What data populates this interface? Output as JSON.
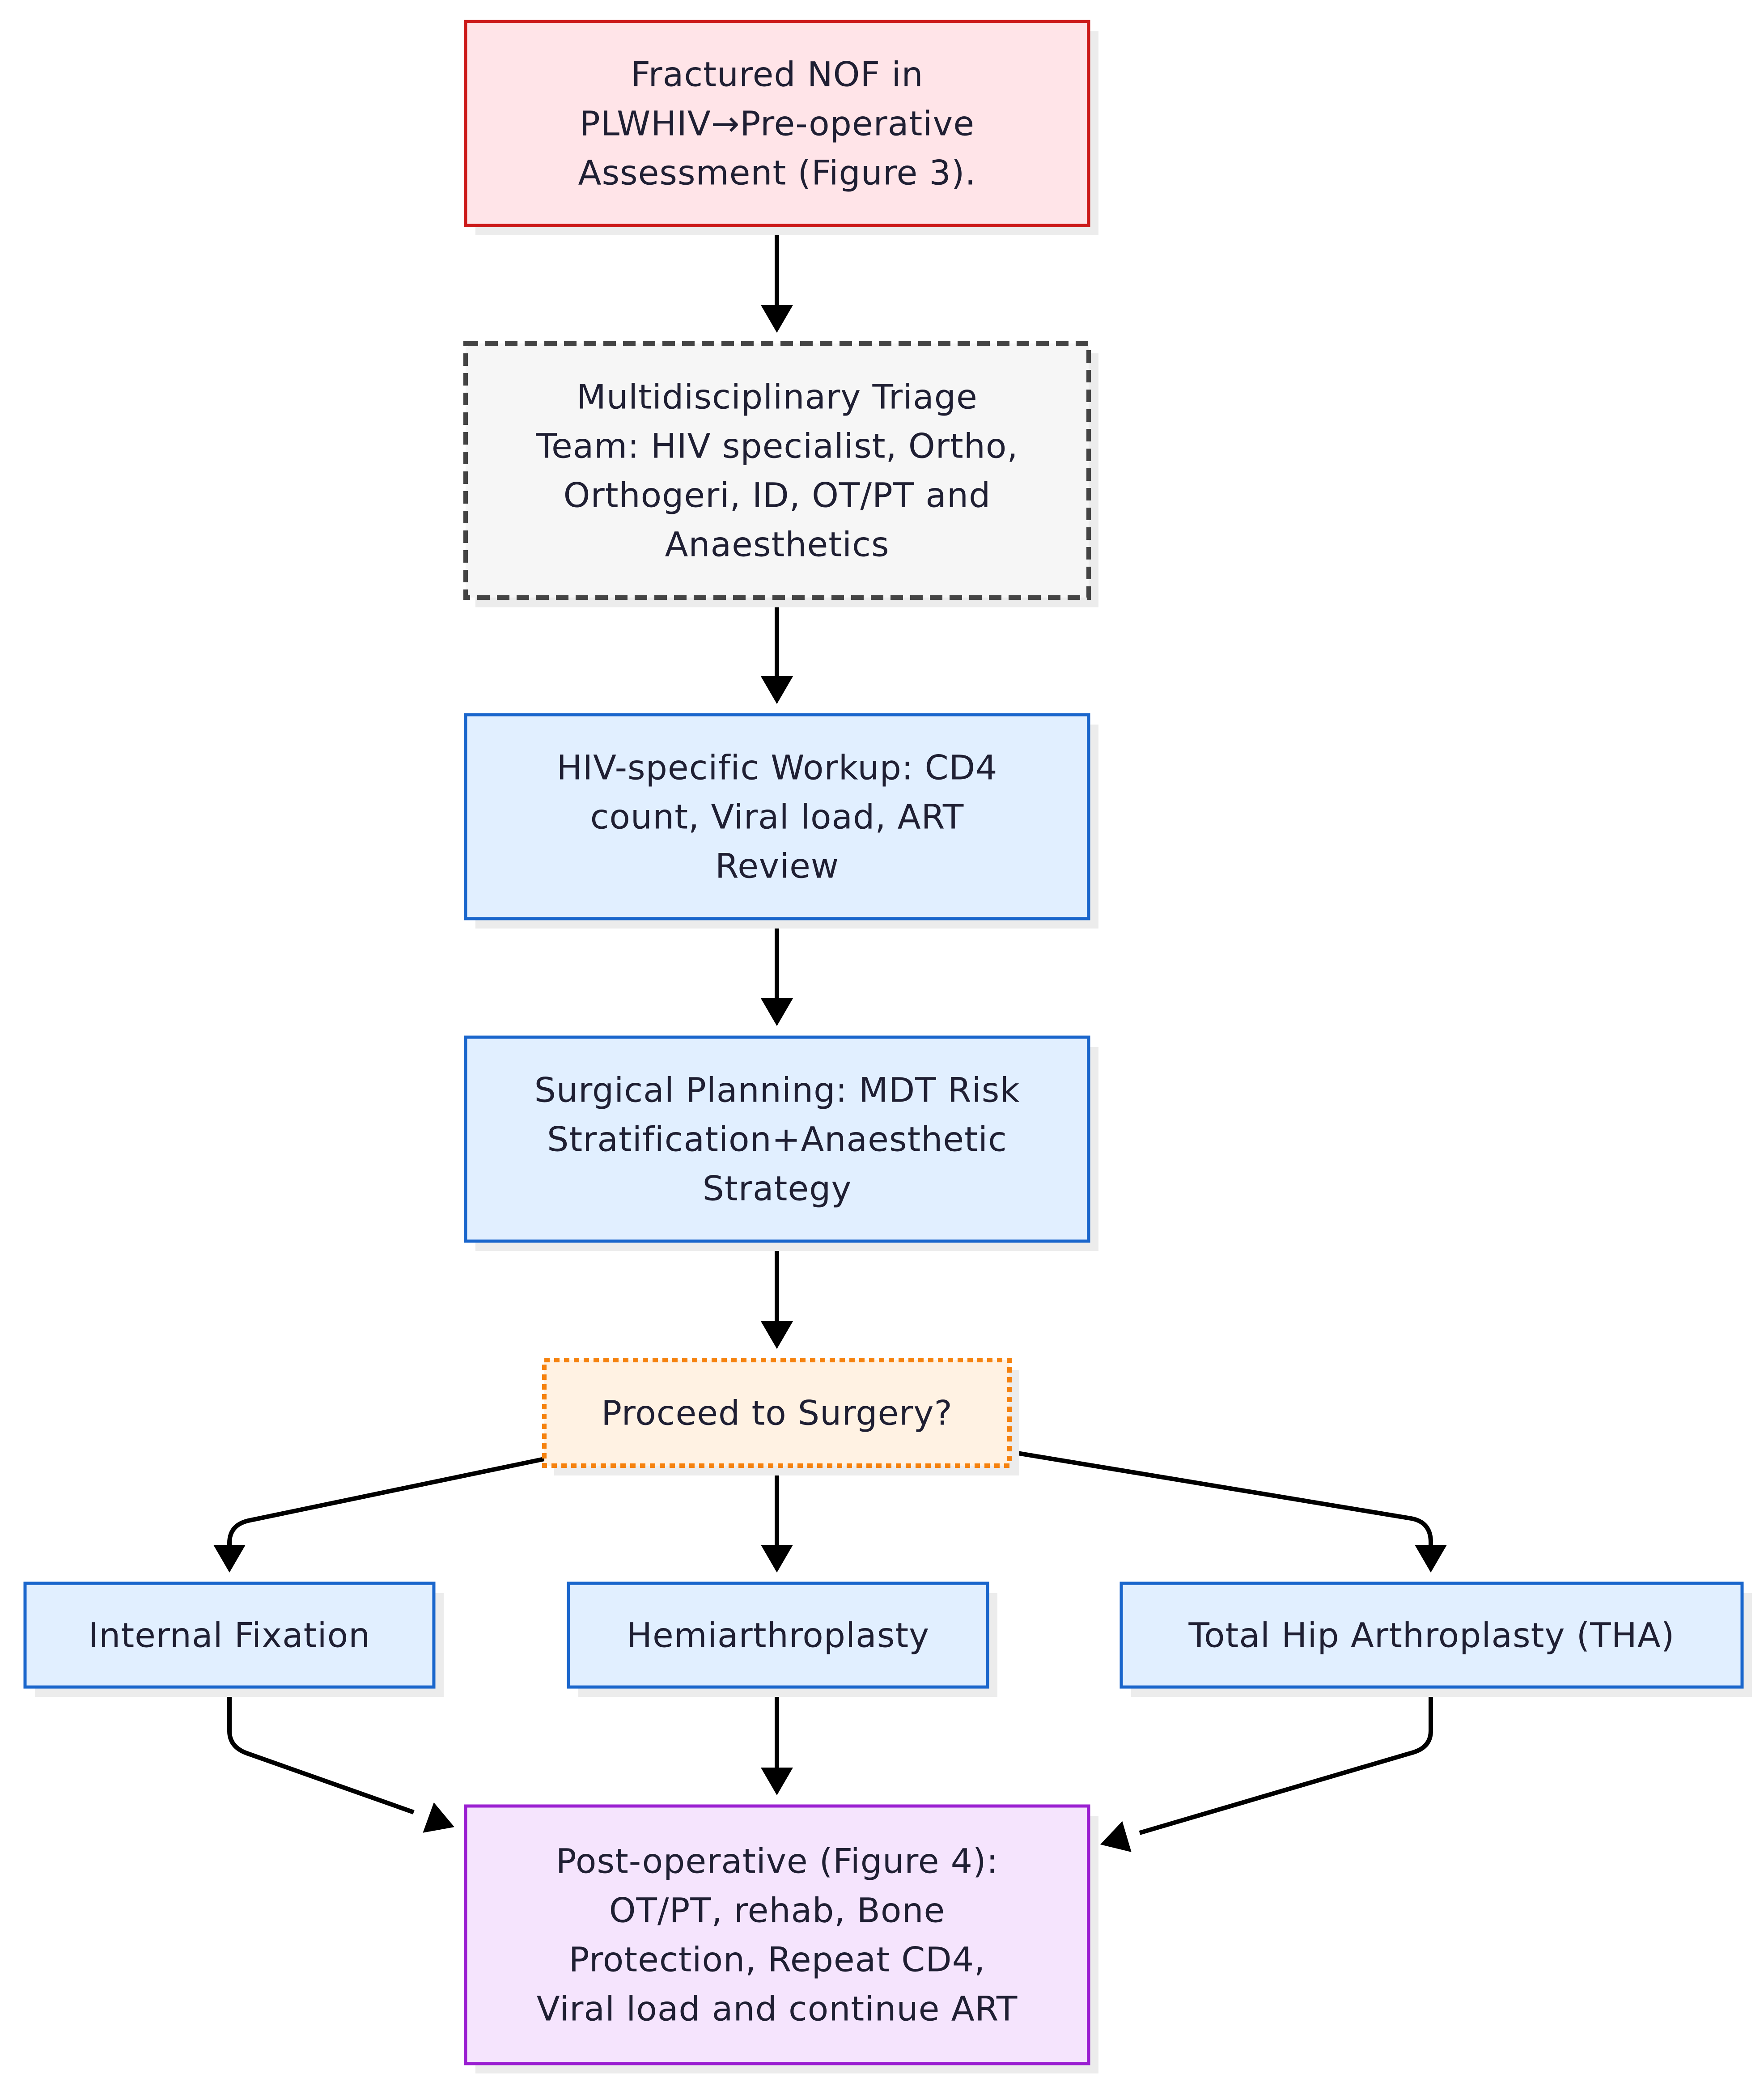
{
  "nodes": [
    {
      "id": "preop",
      "lines": [
        "Fractured NOF in",
        "PLWHIV→Pre-operative",
        "Assessment (Figure 3)."
      ],
      "fill": "#ffe4e8",
      "stroke": "#cc1a1a",
      "style": "solid"
    },
    {
      "id": "mdt",
      "lines": [
        "Multidisciplinary Triage",
        "Team: HIV specialist, Ortho,",
        "Orthogeri, ID, OT/PT and",
        "Anaesthetics"
      ],
      "fill": "#f6f6f6",
      "stroke": "#444444",
      "style": "dashed"
    },
    {
      "id": "workup",
      "lines": [
        "HIV-specific Workup: CD4",
        "count, Viral load, ART",
        "Review"
      ],
      "fill": "#e1efff",
      "stroke": "#1a66cc",
      "style": "solid"
    },
    {
      "id": "planning",
      "lines": [
        "Surgical Planning: MDT Risk",
        "Stratification+Anaesthetic",
        "Strategy"
      ],
      "fill": "#e1efff",
      "stroke": "#1a66cc",
      "style": "solid"
    },
    {
      "id": "decision",
      "lines": [
        "Proceed to Surgery?"
      ],
      "fill": "#fff2e3",
      "stroke": "#f5820f",
      "style": "dotted"
    },
    {
      "id": "fixation",
      "lines": [
        "Internal Fixation"
      ],
      "fill": "#e1efff",
      "stroke": "#1a66cc",
      "style": "solid"
    },
    {
      "id": "hemi",
      "lines": [
        "Hemiarthroplasty"
      ],
      "fill": "#e1efff",
      "stroke": "#1a66cc",
      "style": "solid"
    },
    {
      "id": "tha",
      "lines": [
        "Total Hip Arthroplasty (THA)"
      ],
      "fill": "#e1efff",
      "stroke": "#1a66cc",
      "style": "solid"
    },
    {
      "id": "postop",
      "lines": [
        "Post-operative (Figure 4):",
        "OT/PT, rehab, Bone",
        "Protection, Repeat CD4,",
        "Viral load and continue ART"
      ],
      "fill": "#f5e4fd",
      "stroke": "#9a1ed1",
      "style": "solid"
    }
  ],
  "edges": [
    {
      "from": "preop",
      "to": "mdt"
    },
    {
      "from": "mdt",
      "to": "workup"
    },
    {
      "from": "workup",
      "to": "planning"
    },
    {
      "from": "planning",
      "to": "decision"
    },
    {
      "from": "decision",
      "to": "fixation"
    },
    {
      "from": "decision",
      "to": "hemi"
    },
    {
      "from": "decision",
      "to": "tha"
    },
    {
      "from": "fixation",
      "to": "postop"
    },
    {
      "from": "hemi",
      "to": "postop"
    },
    {
      "from": "tha",
      "to": "postop"
    }
  ]
}
